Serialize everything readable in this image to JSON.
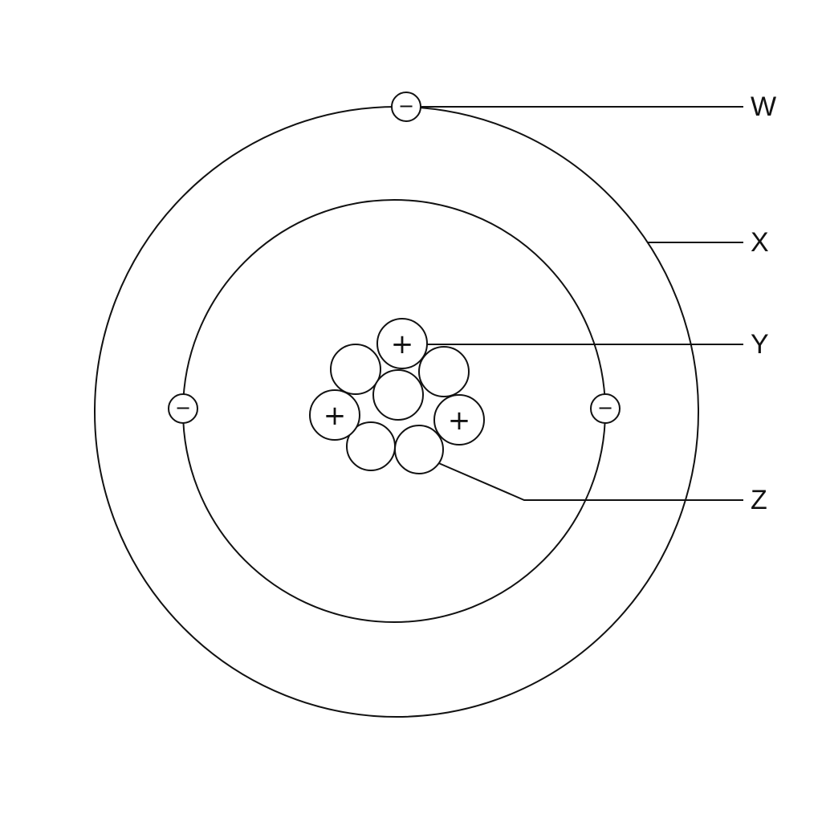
{
  "labels": {
    "w": "W",
    "x": "X",
    "y": "Y",
    "z": "Z"
  },
  "signs": {
    "electron": "−",
    "proton": "+"
  }
}
